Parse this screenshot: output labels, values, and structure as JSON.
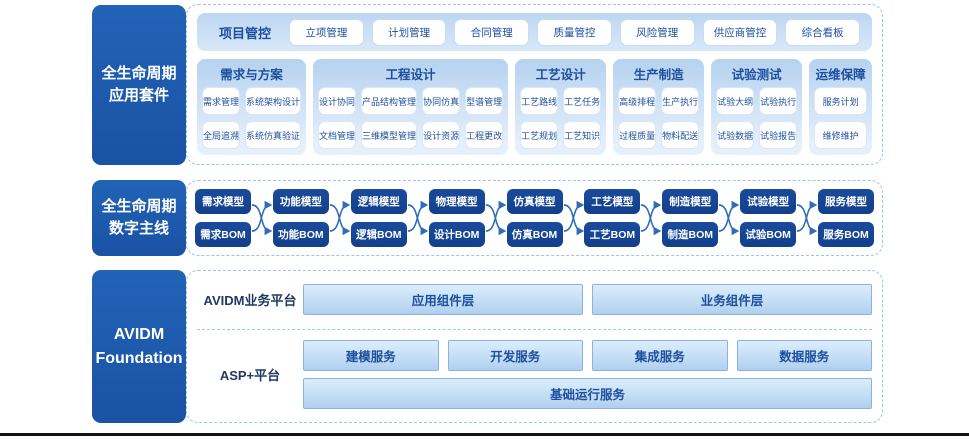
{
  "colors": {
    "primary_blue": "#1d5ab0",
    "thread_box_blue": "#123f8c",
    "text_blue": "#1d4f9e",
    "panel_bg_top": "#b5d2f0",
    "panel_bg_bottom": "#e6f0fb",
    "bar_border": "#8ab3e0",
    "dashed_border": "#9fc2e6"
  },
  "sidebar": {
    "suite_label": "全生命周期\n应用套件",
    "thread_label": "全生命周期\n数字主线",
    "foundation_label": "AVIDM\nFoundation"
  },
  "suite": {
    "project_control": {
      "label": "项目管控",
      "buttons": [
        "立项管理",
        "计划管理",
        "合同管理",
        "质量管控",
        "风险管理",
        "供应商管控",
        "综合看板"
      ]
    },
    "panels": [
      {
        "title": "需求与方案",
        "rows": [
          [
            "需求管理",
            "系统架构设计"
          ],
          [
            "全局追溯",
            "系统仿真验证"
          ]
        ]
      },
      {
        "title": "工程设计",
        "rows": [
          [
            "设计协同",
            "产品结构管理",
            "协同仿真",
            "型谱管理"
          ],
          [
            "文档管理",
            "三维模型管理",
            "设计资源",
            "工程更改"
          ]
        ]
      },
      {
        "title": "工艺设计",
        "rows": [
          [
            "工艺路线",
            "工艺任务"
          ],
          [
            "工艺规划",
            "工艺知识"
          ]
        ]
      },
      {
        "title": "生产制造",
        "rows": [
          [
            "高级排程",
            "生产执行"
          ],
          [
            "过程质量",
            "物料配送"
          ]
        ]
      },
      {
        "title": "试验测试",
        "rows": [
          [
            "试验大纲",
            "试验执行"
          ],
          [
            "试验数据",
            "试验报告"
          ]
        ]
      },
      {
        "title": "运维保障",
        "rows": [
          [
            "服务计划"
          ],
          [
            "维修维护"
          ]
        ]
      }
    ]
  },
  "thread": {
    "pairs": [
      {
        "model": "需求模型",
        "bom": "需求BOM"
      },
      {
        "model": "功能模型",
        "bom": "功能BOM"
      },
      {
        "model": "逻辑模型",
        "bom": "逻辑BOM"
      },
      {
        "model": "物理模型",
        "bom": "设计BOM"
      },
      {
        "model": "仿真模型",
        "bom": "仿真BOM"
      },
      {
        "model": "工艺模型",
        "bom": "工艺BOM"
      },
      {
        "model": "制造模型",
        "bom": "制造BOM"
      },
      {
        "model": "试验模型",
        "bom": "试验BOM"
      },
      {
        "model": "服务模型",
        "bom": "服务BOM"
      }
    ]
  },
  "foundation": {
    "business_platform": {
      "label": "AVIDM业务平台",
      "bars": [
        "应用组件层",
        "业务组件层"
      ]
    },
    "asp_platform": {
      "label": "ASP+平台",
      "bars": [
        "建模服务",
        "开发服务",
        "集成服务",
        "数据服务"
      ],
      "base_bar": "基础运行服务"
    }
  }
}
